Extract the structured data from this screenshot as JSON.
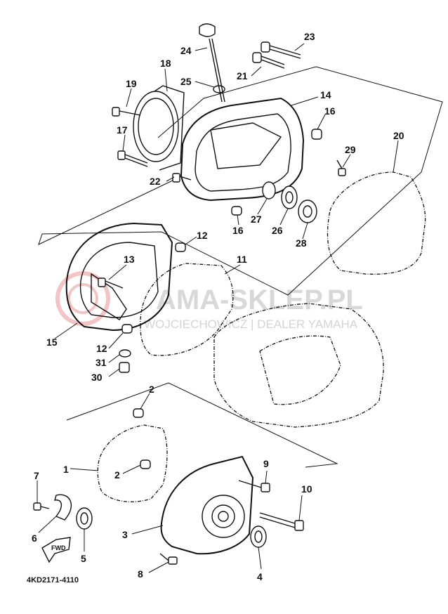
{
  "diagram_code": "4KD2171-4110",
  "fwd_label": "FWD",
  "watermark": {
    "main": "AMA-SKLEP.PL",
    "sub": "WOJCIECHOWICZ | DEALER YAMAHA"
  },
  "callouts": {
    "c1": "1",
    "c2a": "2",
    "c2b": "2",
    "c3": "3",
    "c4": "4",
    "c5": "5",
    "c6": "6",
    "c7": "7",
    "c8": "8",
    "c9": "9",
    "c10": "10",
    "c11": "11",
    "c12a": "12",
    "c12b": "12",
    "c13": "13",
    "c14": "14",
    "c15": "15",
    "c16a": "16",
    "c16b": "16",
    "c17": "17",
    "c18": "18",
    "c19": "19",
    "c20": "20",
    "c21": "21",
    "c22": "22",
    "c23": "23",
    "c24": "24",
    "c25": "25",
    "c26": "26",
    "c27": "27",
    "c28": "28",
    "c29": "29",
    "c30": "30",
    "c31": "31"
  }
}
